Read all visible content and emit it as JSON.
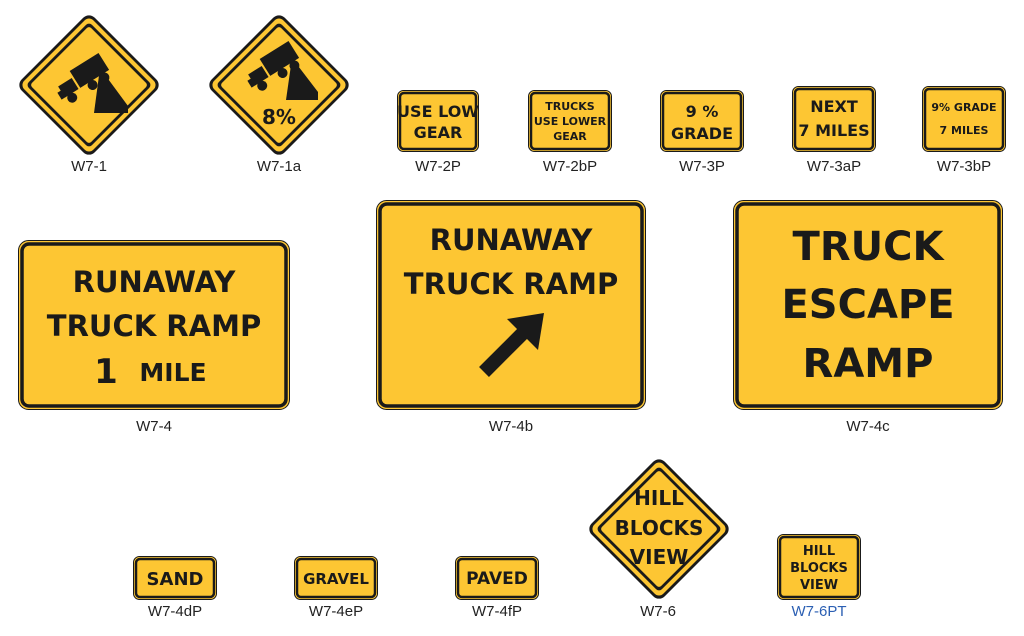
{
  "colors": {
    "sign_yellow": "#fdc633",
    "sign_black": "#1a1a1a",
    "caption_text": "#222222",
    "caption_link": "#2b5fb3"
  },
  "signs": {
    "w7_1": {
      "code": "W7-1",
      "icon": "truck-on-downgrade-icon"
    },
    "w7_1a": {
      "code": "W7-1a",
      "icon": "truck-on-downgrade-icon",
      "line1": "8%"
    },
    "w7_2p": {
      "code": "W7-2P",
      "line1": "USE LOW",
      "line2": "GEAR"
    },
    "w7_2bp": {
      "code": "W7-2bP",
      "line1": "TRUCKS",
      "line2": "USE LOWER",
      "line3": "GEAR"
    },
    "w7_3p": {
      "code": "W7-3P",
      "line1": "9 %",
      "line2": "GRADE"
    },
    "w7_3ap": {
      "code": "W7-3aP",
      "line1": "NEXT",
      "line2": "7 MILES"
    },
    "w7_3bp": {
      "code": "W7-3bP",
      "line1": "9% GRADE",
      "line2": "7 MILES"
    },
    "w7_4": {
      "code": "W7-4",
      "line1": "RUNAWAY",
      "line2": "TRUCK RAMP",
      "line3_num": "1",
      "line3_unit": "MILE"
    },
    "w7_4b": {
      "code": "W7-4b",
      "line1": "RUNAWAY",
      "line2": "TRUCK RAMP",
      "icon": "diagonal-up-right-arrow-icon"
    },
    "w7_4c": {
      "code": "W7-4c",
      "line1": "TRUCK",
      "line2": "ESCAPE",
      "line3": "RAMP"
    },
    "w7_4dp": {
      "code": "W7-4dP",
      "line1": "SAND"
    },
    "w7_4ep": {
      "code": "W7-4eP",
      "line1": "GRAVEL"
    },
    "w7_4fp": {
      "code": "W7-4fP",
      "line1": "PAVED"
    },
    "w7_6": {
      "code": "W7-6",
      "line1": "HILL",
      "line2": "BLOCKS",
      "line3": "VIEW"
    },
    "w7_6pt": {
      "code": "W7-6PT",
      "line1": "HILL",
      "line2": "BLOCKS",
      "line3": "VIEW"
    }
  }
}
